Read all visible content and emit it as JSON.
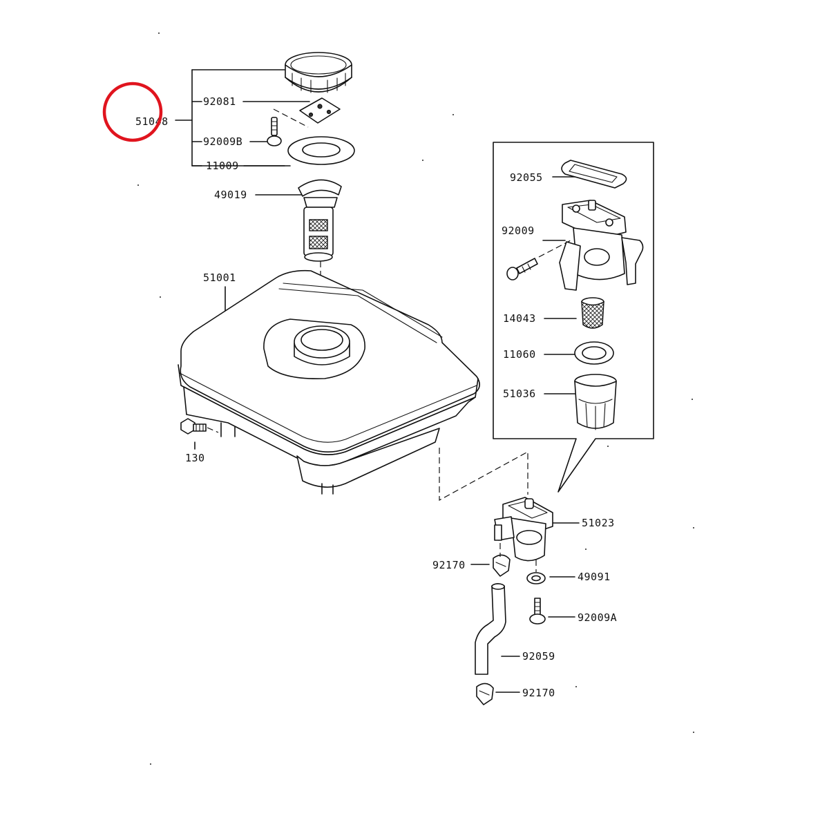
{
  "parts": [
    {
      "id": "label-51048",
      "number": "51048"
    },
    {
      "id": "label-92081",
      "number": "92081"
    },
    {
      "id": "label-92009b",
      "number": "92009B"
    },
    {
      "id": "label-11009",
      "number": "11009"
    },
    {
      "id": "label-49019",
      "number": "49019"
    },
    {
      "id": "label-51001",
      "number": "51001"
    },
    {
      "id": "label-130",
      "number": "130"
    },
    {
      "id": "label-92055",
      "number": "92055"
    },
    {
      "id": "label-92009",
      "number": "92009"
    },
    {
      "id": "label-14043",
      "number": "14043"
    },
    {
      "id": "label-11060",
      "number": "11060"
    },
    {
      "id": "label-51036",
      "number": "51036"
    },
    {
      "id": "label-51023",
      "number": "51023"
    },
    {
      "id": "label-92170-upper",
      "number": "92170"
    },
    {
      "id": "label-49091",
      "number": "49091"
    },
    {
      "id": "label-92009a",
      "number": "92009A"
    },
    {
      "id": "label-92059",
      "number": "92059"
    },
    {
      "id": "label-92170-lower",
      "number": "92170"
    }
  ],
  "highlight": {
    "color": "#e0141e",
    "target": "51048"
  }
}
